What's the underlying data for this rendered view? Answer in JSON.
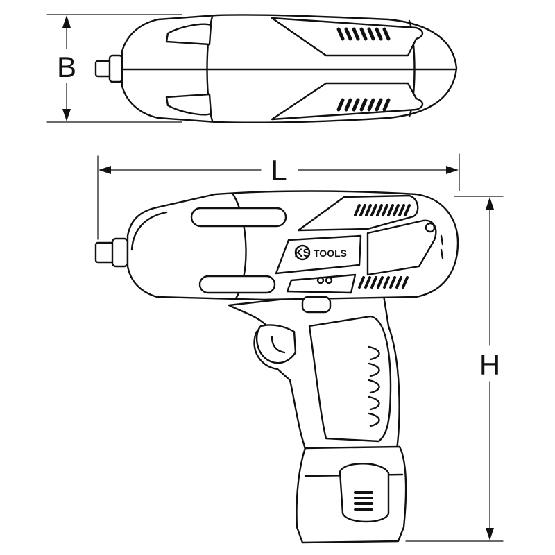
{
  "dimensions": {
    "width_label": "B",
    "length_label": "L",
    "height_label": "H"
  },
  "logo": {
    "ks_text": "KS",
    "tools_text": "TOOLS"
  },
  "views": [
    "top-view",
    "side-view"
  ],
  "vents": {
    "top_upper_count": 7,
    "top_lower_count": 7,
    "side_upper_count": 10,
    "side_lower_count": 8,
    "grip_ribs_count": 5
  },
  "colors": {
    "line": "#111111",
    "background": "#ffffff"
  }
}
